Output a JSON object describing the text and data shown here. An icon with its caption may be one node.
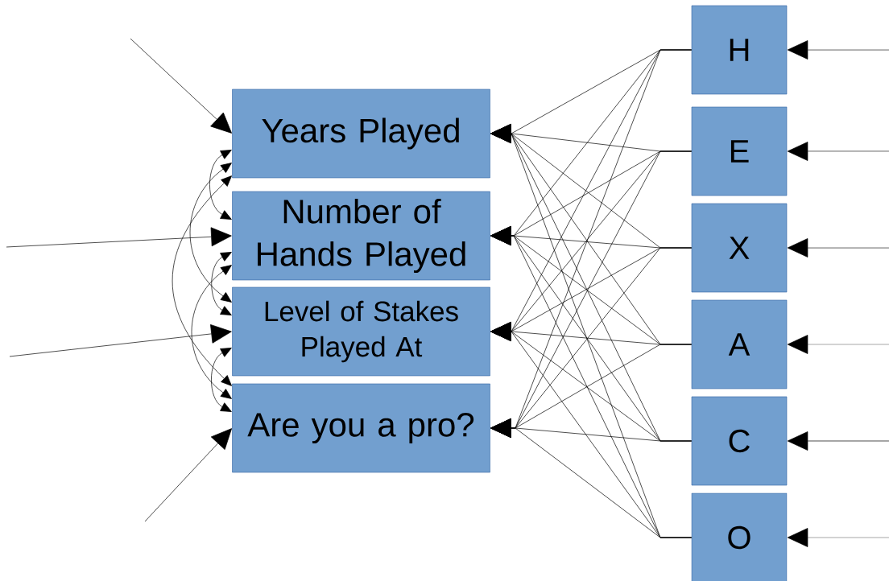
{
  "diagram": {
    "nodes": [
      {
        "text": [
          "Years Played"
        ]
      },
      {
        "text": [
          "Number of Hands Played"
        ]
      },
      {
        "text": [
          "Level of Stakes Played At"
        ]
      },
      {
        "text": [
          "Are you a pro?"
        ]
      },
      {
        "text": [
          "H"
        ]
      },
      {
        "text": [
          "E"
        ]
      },
      {
        "text": [
          "X"
        ]
      },
      {
        "text": [
          "A"
        ]
      },
      {
        "text": [
          "C"
        ]
      },
      {
        "text": [
          "O"
        ]
      }
    ],
    "edges": [
      {
        "from": null,
        "to": 0,
        "arrow": "to"
      },
      {
        "from": null,
        "to": 1,
        "arrow": "to"
      },
      {
        "from": null,
        "to": 2,
        "arrow": "to"
      },
      {
        "from": null,
        "to": 3,
        "arrow": "to"
      },
      {
        "from": null,
        "to": 4,
        "arrow": "to"
      },
      {
        "from": null,
        "to": 5,
        "arrow": "to"
      },
      {
        "from": null,
        "to": 6,
        "arrow": "to"
      },
      {
        "from": null,
        "to": 7,
        "arrow": "to"
      },
      {
        "from": null,
        "to": 8,
        "arrow": "to"
      },
      {
        "from": null,
        "to": 9,
        "arrow": "to"
      },
      {
        "from": 4,
        "to": 0,
        "arrow": "to"
      },
      {
        "from": 4,
        "to": 1,
        "arrow": "to"
      },
      {
        "from": 4,
        "to": 2,
        "arrow": "to"
      },
      {
        "from": 4,
        "to": 3,
        "arrow": "to"
      },
      {
        "from": 5,
        "to": 0,
        "arrow": "to"
      },
      {
        "from": 5,
        "to": 1,
        "arrow": "to"
      },
      {
        "from": 5,
        "to": 2,
        "arrow": "to"
      },
      {
        "from": 5,
        "to": 3,
        "arrow": "to"
      },
      {
        "from": 6,
        "to": 0,
        "arrow": "to"
      },
      {
        "from": 6,
        "to": 1,
        "arrow": "to"
      },
      {
        "from": 6,
        "to": 2,
        "arrow": "to"
      },
      {
        "from": 6,
        "to": 3,
        "arrow": "to"
      },
      {
        "from": 7,
        "to": 0,
        "arrow": "to"
      },
      {
        "from": 7,
        "to": 1,
        "arrow": "to"
      },
      {
        "from": 7,
        "to": 2,
        "arrow": "to"
      },
      {
        "from": 7,
        "to": 3,
        "arrow": "to"
      },
      {
        "from": 8,
        "to": 0,
        "arrow": "to"
      },
      {
        "from": 8,
        "to": 1,
        "arrow": "to"
      },
      {
        "from": 8,
        "to": 2,
        "arrow": "to"
      },
      {
        "from": 8,
        "to": 3,
        "arrow": "to"
      },
      {
        "from": 9,
        "to": 0,
        "arrow": "to"
      },
      {
        "from": 9,
        "to": 1,
        "arrow": "to"
      },
      {
        "from": 9,
        "to": 2,
        "arrow": "to"
      },
      {
        "from": 9,
        "to": 3,
        "arrow": "to"
      },
      {
        "from": 0,
        "to": 1,
        "arrow": "both"
      },
      {
        "from": 0,
        "to": 2,
        "arrow": "both"
      },
      {
        "from": 0,
        "to": 3,
        "arrow": "both"
      },
      {
        "from": 1,
        "to": 2,
        "arrow": "both"
      },
      {
        "from": 1,
        "to": 3,
        "arrow": "both"
      },
      {
        "from": 2,
        "to": 3,
        "arrow": "both"
      }
    ]
  }
}
